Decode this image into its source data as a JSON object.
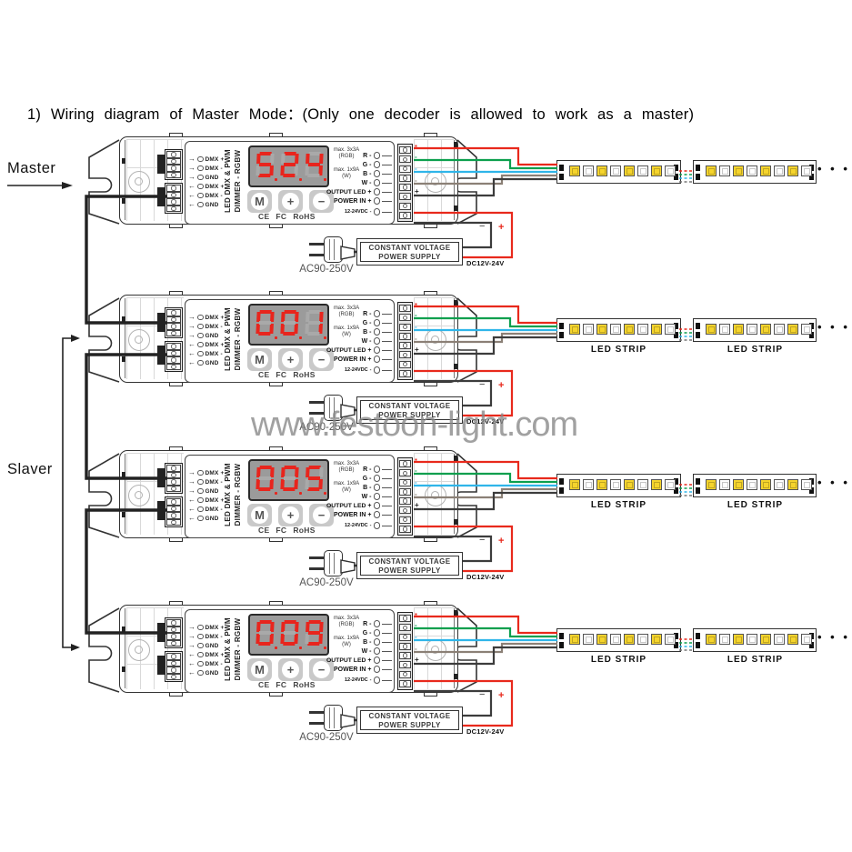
{
  "title": "1) Wiring diagram of Master Mode：(Only one decoder is allowed to work as a master)",
  "labels": {
    "master": "Master",
    "slaver": "Slaver"
  },
  "watermark": "www.festoon-light.com",
  "decoder": {
    "name_line1": "LED DMX & PWM",
    "name_line2": "DIMMER - RGBW",
    "left_ports": [
      {
        "label": "DMX +",
        "dir": "in"
      },
      {
        "label": "DMX -",
        "dir": "in"
      },
      {
        "label": "GND",
        "dir": "in"
      },
      {
        "label": "DMX +",
        "dir": "out"
      },
      {
        "label": "DMX -",
        "dir": "out"
      },
      {
        "label": "GND",
        "dir": "out"
      }
    ],
    "buttons": [
      "M",
      "+",
      "−"
    ],
    "certs": [
      "CE",
      "FC",
      "RoHS"
    ],
    "max_rgb": [
      "max. 3x3A",
      "(RGB)"
    ],
    "max_w": [
      "max. 1x9A",
      "(W)"
    ],
    "channels": [
      "R -",
      "G -",
      "B -",
      "W -"
    ],
    "output_led": "OUTPUT LED",
    "output_led_sign": "+",
    "power_in": "POWER IN",
    "power_in_sign": "+",
    "power_voltage": "12-24VDC",
    "power_voltage_sign": "-",
    "terminal_marks": [
      "▪",
      "-",
      "-",
      "-",
      "+"
    ]
  },
  "units": [
    {
      "role": "master",
      "display": "524"
    },
    {
      "role": "slaver",
      "display": "001"
    },
    {
      "role": "slaver",
      "display": "005"
    },
    {
      "role": "slaver",
      "display": "009"
    }
  ],
  "strip": {
    "label": "LED STRIP",
    "dots": "• • •"
  },
  "psu": {
    "line1": "CONSTANT VOLTAGE",
    "line2": "POWER SUPPLY",
    "input_label": "AC90-250V",
    "output_label": "DC12V-24V",
    "plus": "+",
    "minus": "−"
  },
  "colors": {
    "wire_r": "#e8291c",
    "wire_g": "#0c9f4e",
    "wire_b": "#2fb5e9",
    "wire_w": "#8b8076",
    "wire_k": "#3c3c3c",
    "led_yellow": "#f5d42c",
    "seg_on": "#e8251d",
    "display_bg": "#9b9b9b"
  }
}
